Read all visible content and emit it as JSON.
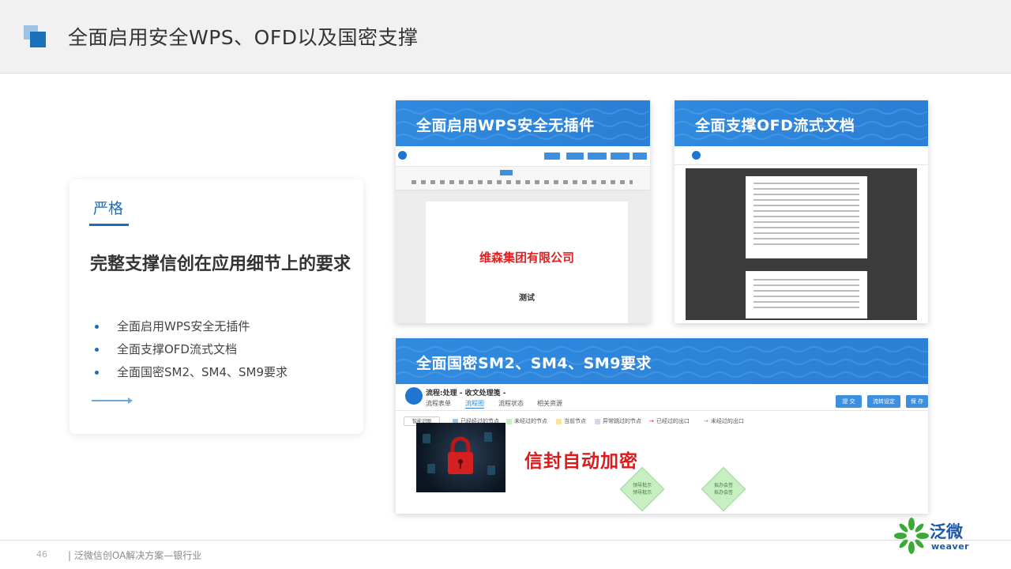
{
  "header": {
    "title": "全面启用安全WPS、OFD以及国密支撑"
  },
  "left_card": {
    "tag": "严格",
    "headline": "完整支撑信创在应用细节上的要求",
    "bullets": [
      "全面启用WPS安全无插件",
      "全面支撑OFD流式文档",
      "全面国密SM2、SM4、SM9要求"
    ]
  },
  "panels": {
    "wps": {
      "title": "全面启用WPS安全无插件",
      "doc_company": "维森集团有限公司",
      "doc_test": "测试"
    },
    "ofd": {
      "title": "全面支撑OFD流式文档"
    },
    "sm": {
      "title": "全面国密SM2、SM4、SM9要求",
      "app_title": "流程:处理 - 收文处理笺 -",
      "tabs": [
        "流程表单",
        "流程图",
        "流程状态",
        "相关资源"
      ],
      "buttons": [
        "提 交",
        "流转设定",
        "保 存"
      ],
      "legend": [
        "已经经过的节点",
        "未经过的节点",
        "当前节点",
        "异常跳过的节点",
        "已经过的出口",
        "未经过的出口"
      ],
      "side_button": "智能识图",
      "encrypt_label": "信封自动加密",
      "nodes": [
        {
          "line1": "领导批示",
          "line2": "领导批示"
        },
        {
          "line1": "拟办会签",
          "line2": "拟办会签"
        }
      ]
    }
  },
  "footer": {
    "page_number": "46",
    "text": "| 泛微信创OA解决方案—银行业",
    "brand_cn": "泛微",
    "brand_en": "weaver"
  },
  "colors": {
    "accent": "#1f6bb6",
    "panel_header": "#2f8ae0",
    "red": "#e01818"
  }
}
